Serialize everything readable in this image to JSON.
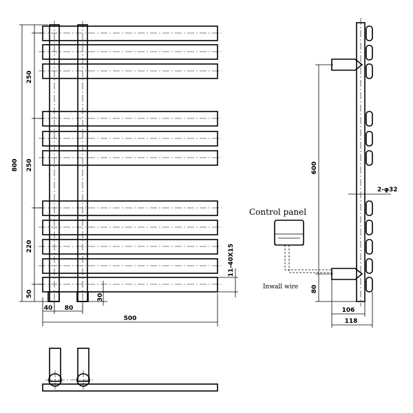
{
  "labels": {
    "control_panel": "Control panel",
    "inwall_wire": "Inwall wire"
  },
  "dimensions": {
    "total_height": "800",
    "gap_top": "250",
    "gap_middle": "250",
    "gap_lower": "220",
    "bottom_offset": "50",
    "bar_spec": "11-40X15",
    "pipe_offset": "40",
    "pipe_spacing": "80",
    "pipe_extension": "30",
    "total_width": "500",
    "bracket_spacing": "600",
    "bottom_bracket": "80",
    "pipe_diameter": "2-φ32",
    "wall_depth_inner": "106",
    "wall_depth_outer": "118"
  },
  "colors": {
    "line": "#000000",
    "background": "#ffffff"
  }
}
